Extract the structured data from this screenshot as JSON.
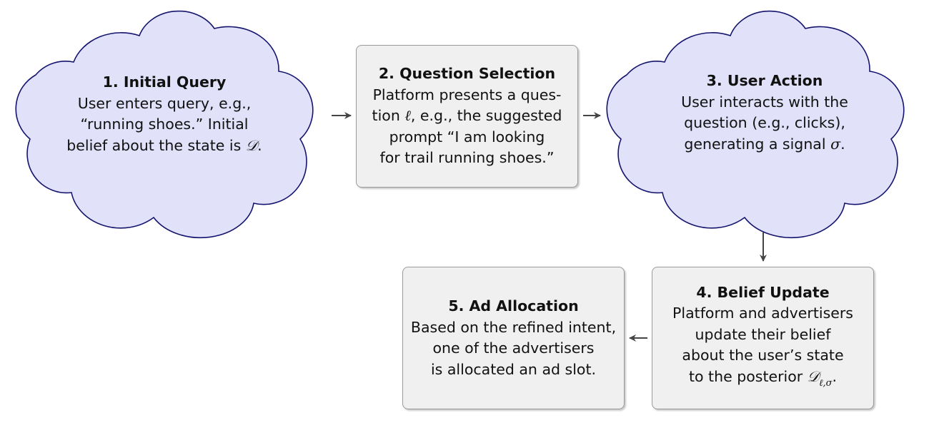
{
  "colors": {
    "cloud_fill": "#e1e1fa",
    "cloud_stroke": "#14146e",
    "box_fill": "#f0f0f0",
    "box_stroke": "#9a9a9a",
    "arrow": "#444444"
  },
  "steps": [
    {
      "shape": "cloud",
      "title": "1. Initial Query",
      "lines": [
        "User enters query, e.g.,",
        "“running shoes.”  Initial",
        "belief about the state is "
      ],
      "math": "𝒟",
      "math_suffix": "."
    },
    {
      "shape": "box",
      "title": "2. Question Selection",
      "lines": [
        "Platform presents a ques-",
        "tion ",
        ", e.g., the suggested",
        "prompt “I am looking",
        "for trail running shoes.”"
      ],
      "math": "ℓ"
    },
    {
      "shape": "cloud",
      "title": "3. User Action",
      "lines": [
        "User interacts with the",
        "question (e.g., clicks),",
        "generating a signal "
      ],
      "math": "σ",
      "math_suffix": "."
    },
    {
      "shape": "box",
      "title": "4. Belief Update",
      "lines": [
        "Platform and advertisers",
        "update their belief",
        "about the user’s state",
        "to the posterior "
      ],
      "math": "𝒟",
      "math_sub": "ℓ,σ",
      "math_suffix": "."
    },
    {
      "shape": "box",
      "title": "5. Ad Allocation",
      "lines": [
        "Based on the refined intent,",
        "one of the advertisers",
        "is allocated an ad slot."
      ]
    }
  ]
}
